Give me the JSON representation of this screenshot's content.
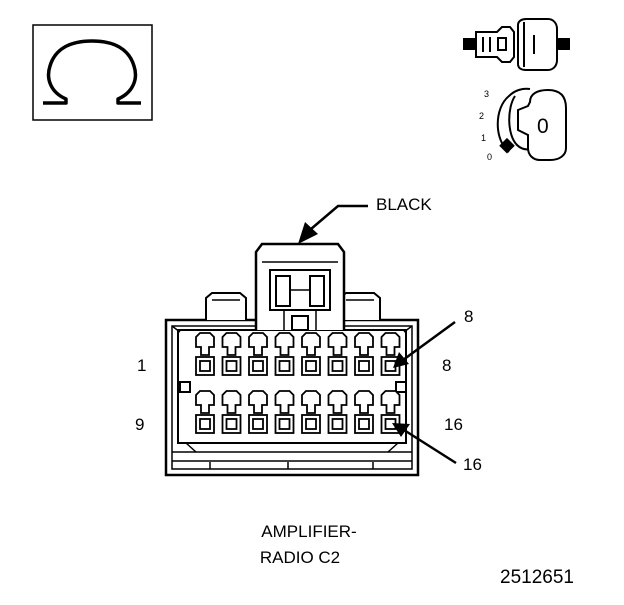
{
  "symbol": {
    "name": "ohm-icon",
    "glyph": "Ω"
  },
  "key_switch": {
    "positions": [
      "3",
      "2",
      "1",
      "0"
    ],
    "key_label": "0"
  },
  "connector": {
    "color_label": "BLACK",
    "pin_labels": {
      "row1_left": "1",
      "row1_right": "8",
      "row2_left": "9",
      "row2_right": "16"
    },
    "callouts": {
      "top": "8",
      "bottom": "16"
    },
    "name_line1": "AMPLIFIER-",
    "name_line2": "RADIO C2"
  },
  "figure_number": "2512651"
}
